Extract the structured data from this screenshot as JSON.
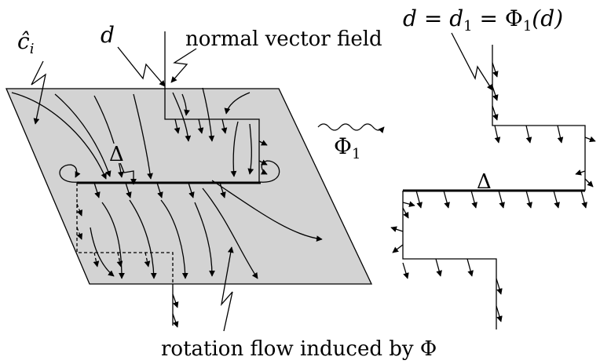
{
  "labels": {
    "c_hat": "ĉ",
    "c_sub": "i",
    "d": "d",
    "normal_vector_field": "normal vector field",
    "delta_left": "Δ",
    "phi1": "Φ",
    "phi1_sub": "1",
    "eq_d": "d",
    "eq_eq1": " = ",
    "eq_d1": "d",
    "eq_d1_sub": "1",
    "eq_eq2": " = ",
    "eq_phi": "Φ",
    "eq_phi_sub": "1",
    "eq_arg": "(d)",
    "delta_right": "Δ",
    "caption": "rotation flow induced by Φ"
  },
  "colors": {
    "plane_fill": "#d3d3d3",
    "ink": "#000000"
  }
}
